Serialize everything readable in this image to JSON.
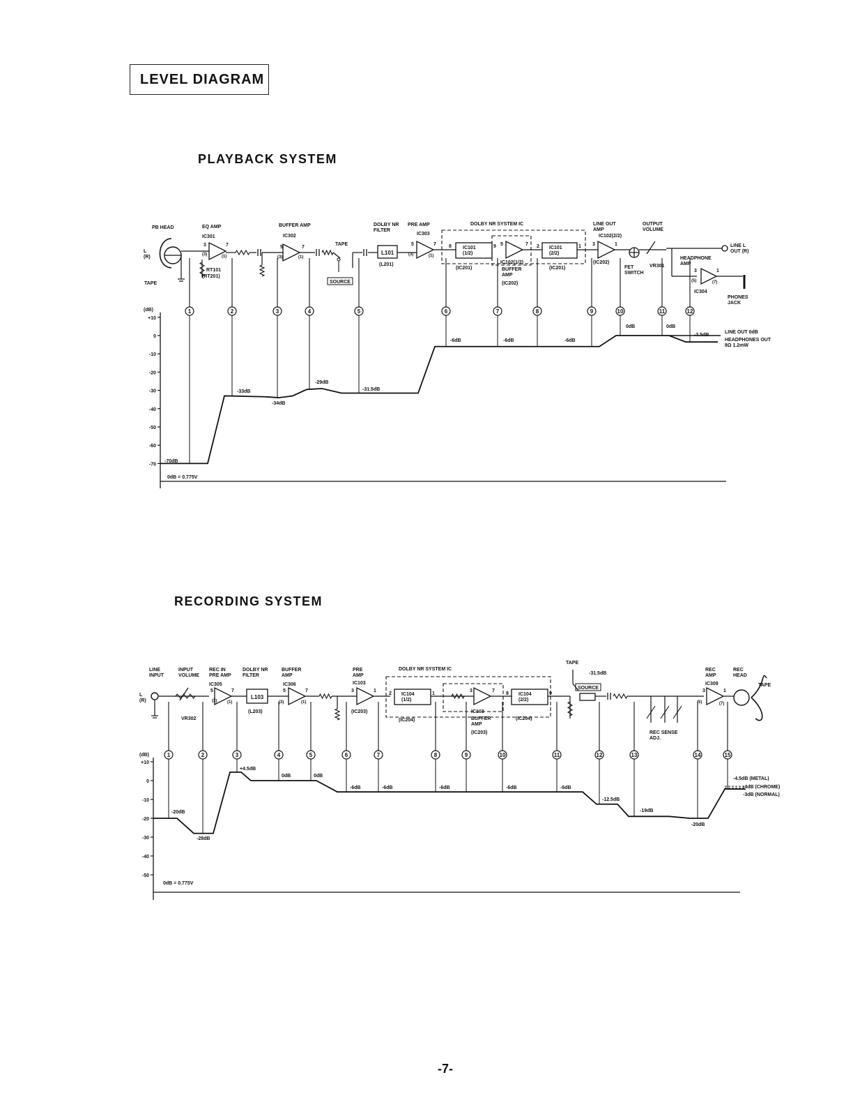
{
  "header": {
    "title": "LEVEL DIAGRAM"
  },
  "playback": {
    "title": "PLAYBACK SYSTEM",
    "labels": {
      "pb_head": "PB HEAD",
      "lr": "L\n(R)",
      "tape_left": "TAPE",
      "eq_amp": "EQ AMP",
      "ic301": "IC301",
      "rt101": "RT101",
      "rt201": "(RT201)",
      "buffer_amp": "BUFFER AMP",
      "ic302": "IC302",
      "tape_sw": "TAPE",
      "source_sw": "SOURCE",
      "dolby_filter": "DOLBY NR\nFILTER",
      "l101": "L101",
      "l201": "(L201)",
      "pre_amp": "PRE AMP",
      "ic303": "IC303",
      "dolby_ic": "DOLBY NR SYSTEM IC",
      "ic101_1": "IC101\n(1/2)",
      "ic201a": "(IC201)",
      "ic102": "IC102(1/2)",
      "buffer_amp2": "BUFFER\nAMP",
      "ic202a": "(IC202)",
      "ic101_2": "IC101\n(2/2)",
      "ic201b": "(IC201)",
      "line_out_amp": "LINE OUT\nAMP",
      "ic102_2": "IC102(2/2)",
      "ic202b": "(IC202)",
      "fet_switch": "FET\nSWITCH",
      "output_volume": "OUTPUT\nVOLUME",
      "vr301": "VR301",
      "line_out": "LINE L\nOUT (R)",
      "headphone_amp": "HEADPHONE\nAMP",
      "ic304": "IC304",
      "phones_jack": "PHONES\nJACK"
    },
    "y_axis": {
      "unit": "(dB)",
      "ticks": [
        "+10",
        "0",
        "-10",
        "-20",
        "-30",
        "-40",
        "-50",
        "-60",
        "-70"
      ]
    },
    "points": [
      "1",
      "2",
      "3",
      "4",
      "5",
      "6",
      "7",
      "8",
      "9",
      "10",
      "11",
      "12"
    ],
    "level_labels": {
      "p1": "-70dB",
      "p2": "-33dB",
      "p3": "-34dB",
      "p4": "-29dB",
      "p5": "-31.5dB",
      "p6": "-6dB",
      "p7": "-6dB",
      "p8": "-6dB",
      "p10": "0dB",
      "p11": "0dB",
      "p12": "-3.5dB",
      "line_out": "LINE OUT 0dB",
      "headphones": "HEADPHONES OUT\n8Ω  1.2mW"
    },
    "reference": "0dB = 0.775V"
  },
  "recording": {
    "title": "RECORDING SYSTEM",
    "labels": {
      "line_input": "LINE\nINPUT",
      "lr": "L\n(R)",
      "input_volume": "INPUT\nVOLUME",
      "vr302": "VR302",
      "rec_in_amp": "REC IN\nPRE AMP",
      "ic305": "IC305",
      "dolby_filter": "DOLBY NR\nFILTER",
      "l103": "L103",
      "l203": "(L203)",
      "buffer_amp": "BUFFER\nAMP",
      "ic306": "IC306",
      "pre_amp": "PRE\nAMP",
      "ic103": "IC103",
      "ic203": "(IC203)",
      "dolby_ic": "DOLBY NR SYSTEM IC",
      "ic104_1": "IC104\n(1/2)",
      "ic204a": "(IC204)",
      "ic103b": "IC103",
      "buffer_amp2": "BUFFER\nAMP",
      "ic203b": "(IC203)",
      "ic104_2": "IC104\n(2/2)",
      "ic204b": "(IC204)",
      "tape_sw": "TAPE",
      "source_sw": "SOURCE",
      "rec_sense": "REC SENSE\nADJ.",
      "rec_amp": "REC\nAMP",
      "ic309": "IC309",
      "rec_head": "REC\nHEAD",
      "tape_right": "TAPE"
    },
    "y_axis": {
      "unit": "(dB)",
      "ticks": [
        "+10",
        "0",
        "-10",
        "-20",
        "-30",
        "-40",
        "-50"
      ]
    },
    "points": [
      "1",
      "2",
      "3",
      "4",
      "5",
      "6",
      "7",
      "8",
      "9",
      "10",
      "11",
      "12",
      "13",
      "14",
      "15"
    ],
    "level_labels": {
      "p1": "-20dB",
      "p2": "-28dB",
      "p3": "+4.5dB",
      "p4": "0dB",
      "p5": "0dB",
      "p6": "-6dB",
      "p7": "-6dB",
      "p8": "-6dB",
      "p10": "-6dB",
      "p11": "-6dB",
      "p12": "-12.5dB",
      "p13": "-19dB",
      "p14": "-20dB",
      "src_level": "-31.5dB",
      "metal": "-4.5dB (METAL)",
      "chrome": "-4dB (CHROME)",
      "normal": "-3dB (NORMAL)"
    },
    "reference": "0dB = 0.775V"
  },
  "footer": {
    "page_number": "-7-"
  }
}
